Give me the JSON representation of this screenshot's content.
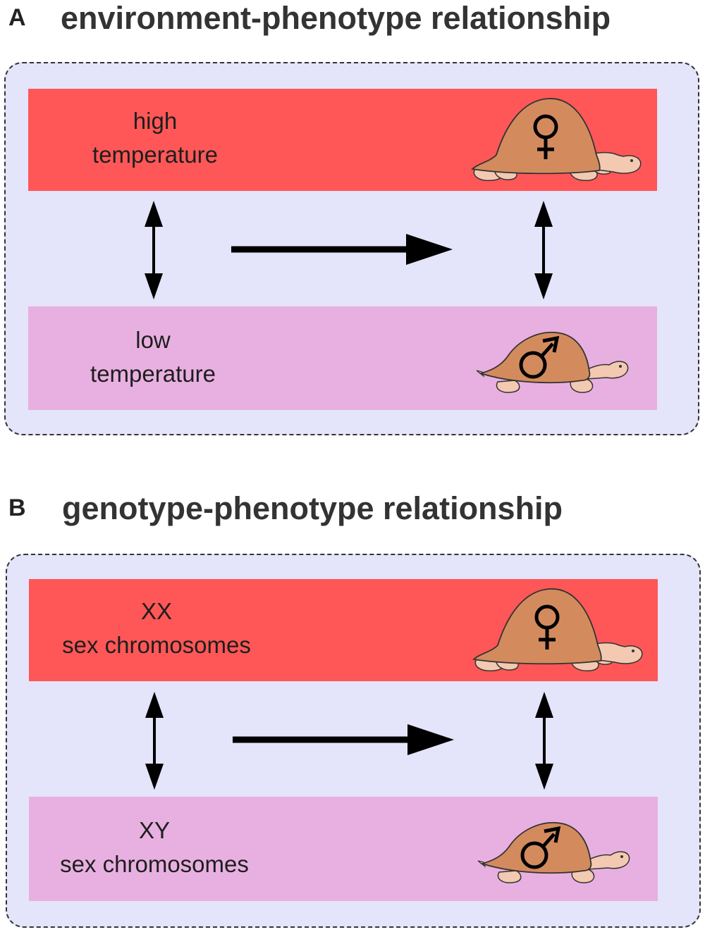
{
  "colors": {
    "panel_background": "#e4e4fa",
    "panel_border": "#333333",
    "band_high": "#ff5757",
    "band_low": "#e8b0e0",
    "shell": "#d38b5e",
    "skin": "#f3c9b2",
    "arrow": "#000000"
  },
  "panels": [
    {
      "letter": "A",
      "title": "environment-phenotype relationship",
      "top_band": {
        "line1": "high",
        "line2": "temperature",
        "symbol": "♀",
        "icon": "female-turtle"
      },
      "bottom_band": {
        "line1": "low",
        "line2": "temperature",
        "symbol": "♂",
        "icon": "male-turtle"
      }
    },
    {
      "letter": "B",
      "title": "genotype-phenotype relationship",
      "top_band": {
        "line1": "XX",
        "line2": "sex chromosomes",
        "symbol": "♀",
        "icon": "female-turtle"
      },
      "bottom_band": {
        "line1": "XY",
        "line2": "sex chromosomes",
        "symbol": "♂",
        "icon": "male-turtle"
      }
    }
  ]
}
